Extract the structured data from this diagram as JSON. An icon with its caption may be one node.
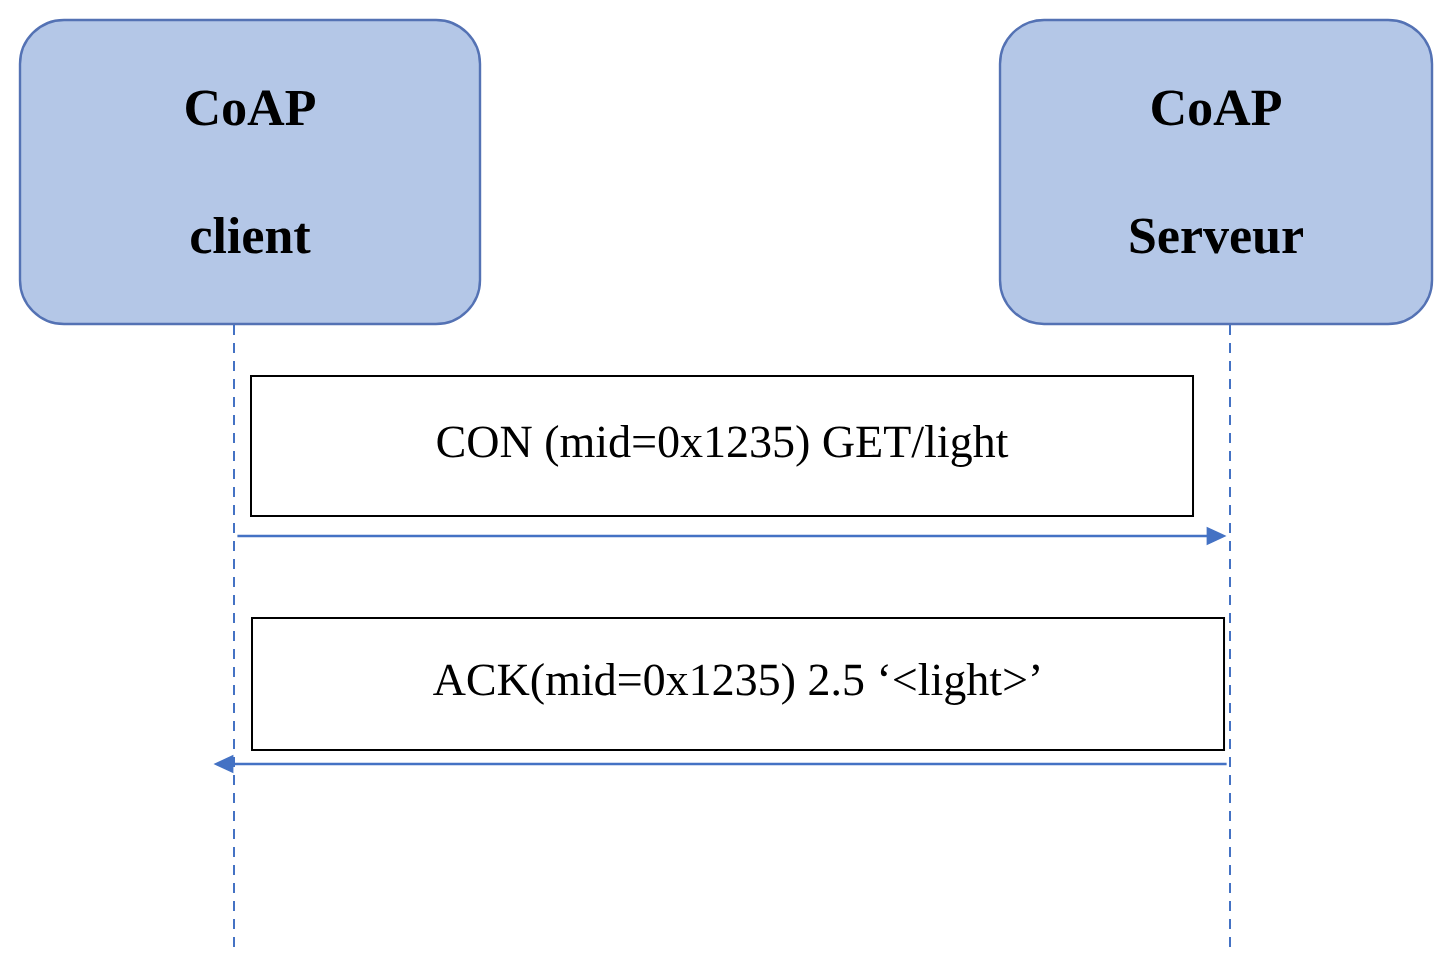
{
  "diagram": {
    "nodes": [
      {
        "text": [
          "CoAP client"
        ]
      },
      {
        "text": [
          "CoAP Serveur"
        ]
      },
      {
        "text": [
          "CON (mid=0x1235) GET/light"
        ]
      },
      {
        "text": [
          "ACK(mid=0x1235) 2.5 ‘<light>’"
        ]
      },
      {
        "text": [],
        "shape": "lifeline"
      },
      {
        "text": [],
        "shape": "lifeline"
      }
    ],
    "edges": [
      {
        "from": 4,
        "to": 5,
        "arrow": "to"
      },
      {
        "from": 5,
        "to": 4,
        "arrow": "to"
      }
    ]
  }
}
